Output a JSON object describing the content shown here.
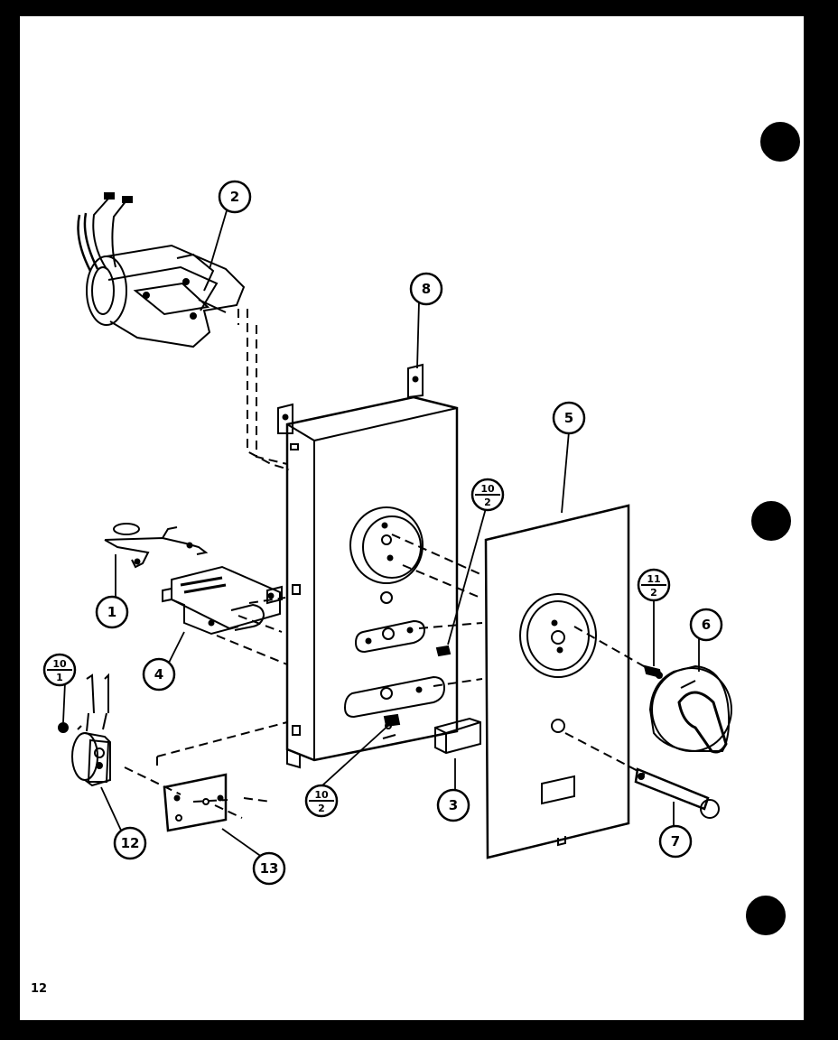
{
  "page_number": "12",
  "callouts": {
    "c1": "1",
    "c2": "2",
    "c3": "3",
    "c4": "4",
    "c5": "5",
    "c6": "6",
    "c7": "7",
    "c8": "8",
    "c12": "12",
    "c13": "13"
  },
  "fractions": {
    "f10_2_top": {
      "num": "10",
      "den": "2"
    },
    "f10_2_bottom": {
      "num": "10",
      "den": "2"
    },
    "f11_2": {
      "num": "11",
      "den": "2"
    },
    "f10_1": {
      "num": "10",
      "den": "1"
    }
  }
}
